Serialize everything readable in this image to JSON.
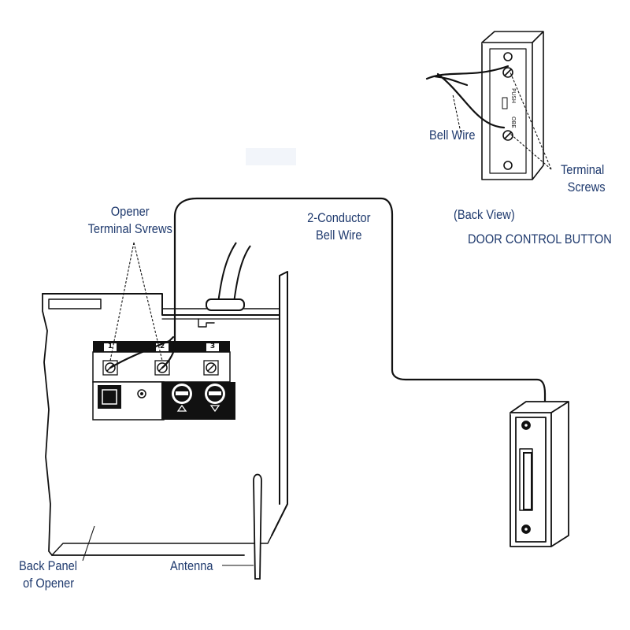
{
  "labels": {
    "opener_terminal_screws": [
      "Opener",
      "Terminal Svrews"
    ],
    "conductor_wire": [
      "2-Conductor",
      "Bell Wire"
    ],
    "bell_wire": "Bell Wire",
    "terminal_screws": [
      "Terminal",
      "Screws"
    ],
    "back_view": "(Back View)",
    "door_control_button": "DOOR CONTROL BUTTON",
    "back_panel": [
      "Back Panel",
      "of Opener"
    ],
    "antenna": "Antenna"
  },
  "terminal_numbers": [
    "1",
    "2",
    "3"
  ],
  "colors": {
    "label_text": "#1f3a6e",
    "line": "#111111",
    "fill_dark": "#111111",
    "background": "#ffffff"
  }
}
